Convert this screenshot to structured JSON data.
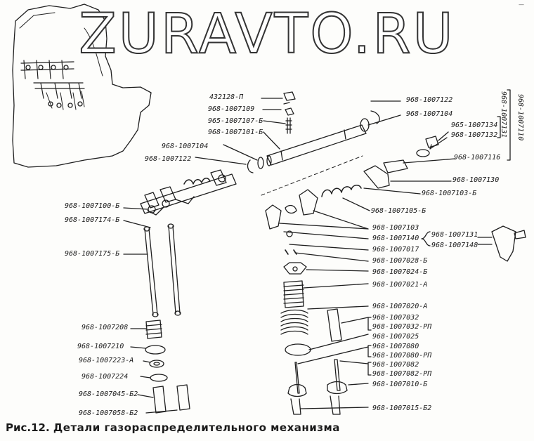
{
  "watermark": "ZURAVTO.RU",
  "corner_mark": "—",
  "caption": {
    "prefix": "Рис.12.",
    "title": "Детали газораспределительного механизма"
  },
  "labels": {
    "l432128": "432128-П",
    "l109": "968-1007109",
    "l107b": "965-1007107-Б",
    "l101b": "968-1007101-Б",
    "l104a": "968-1007104",
    "l122a": "968-1007122",
    "l100b": "968-1007100-Б",
    "l174b": "968-1007174-Б",
    "l175b": "968-1007175-Б",
    "l208": "968-1007208",
    "l210": "968-1007210",
    "l223a": "968-1007223-А",
    "l224": "968-1007224",
    "l045": "968-1007045-Б2",
    "l058": "968-1007058-Б2",
    "l122b": "968-1007122",
    "l104b": "968-1007104",
    "l134": "965-1007134",
    "l132": "968-1007132",
    "l116": "968-1007116",
    "l130": "968-1007130",
    "l103b": "968-1007103-Б",
    "l105b": "968-1007105-Б",
    "l103": "968-1007103",
    "l140": "968-1007140",
    "l017": "968-1007017",
    "l028": "968-1007028-Б",
    "l024": "968-1007024-Б",
    "l021": "968-1007021-А",
    "l020": "968-1007020-А",
    "l032": "968-1007032",
    "l032rp": "968-1007032-РП",
    "l025": "968-1007025",
    "l080": "968-1007080",
    "l080rp": "968-1007080-РП",
    "l082": "968-1007082",
    "l082rp": "968-1007082-РП",
    "l010": "968-1007010-Б",
    "l015": "968-1007015-Б2",
    "l131": "968-1007131",
    "l148": "968-1007148",
    "v131": "968-1007131",
    "v110": "968-1007110"
  }
}
